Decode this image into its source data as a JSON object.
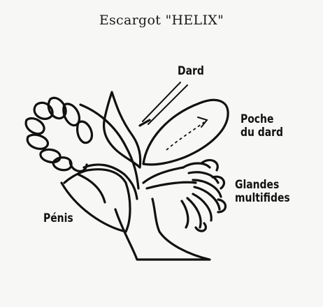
{
  "title": "Escargot \"HELIX\"",
  "labels": {
    "dard": "Dard",
    "poche_line1": "Poche",
    "poche_line2": "du dard",
    "glandes_line1": "Glandes",
    "glandes_line2": "multifides",
    "penis": "Pénis"
  }
}
